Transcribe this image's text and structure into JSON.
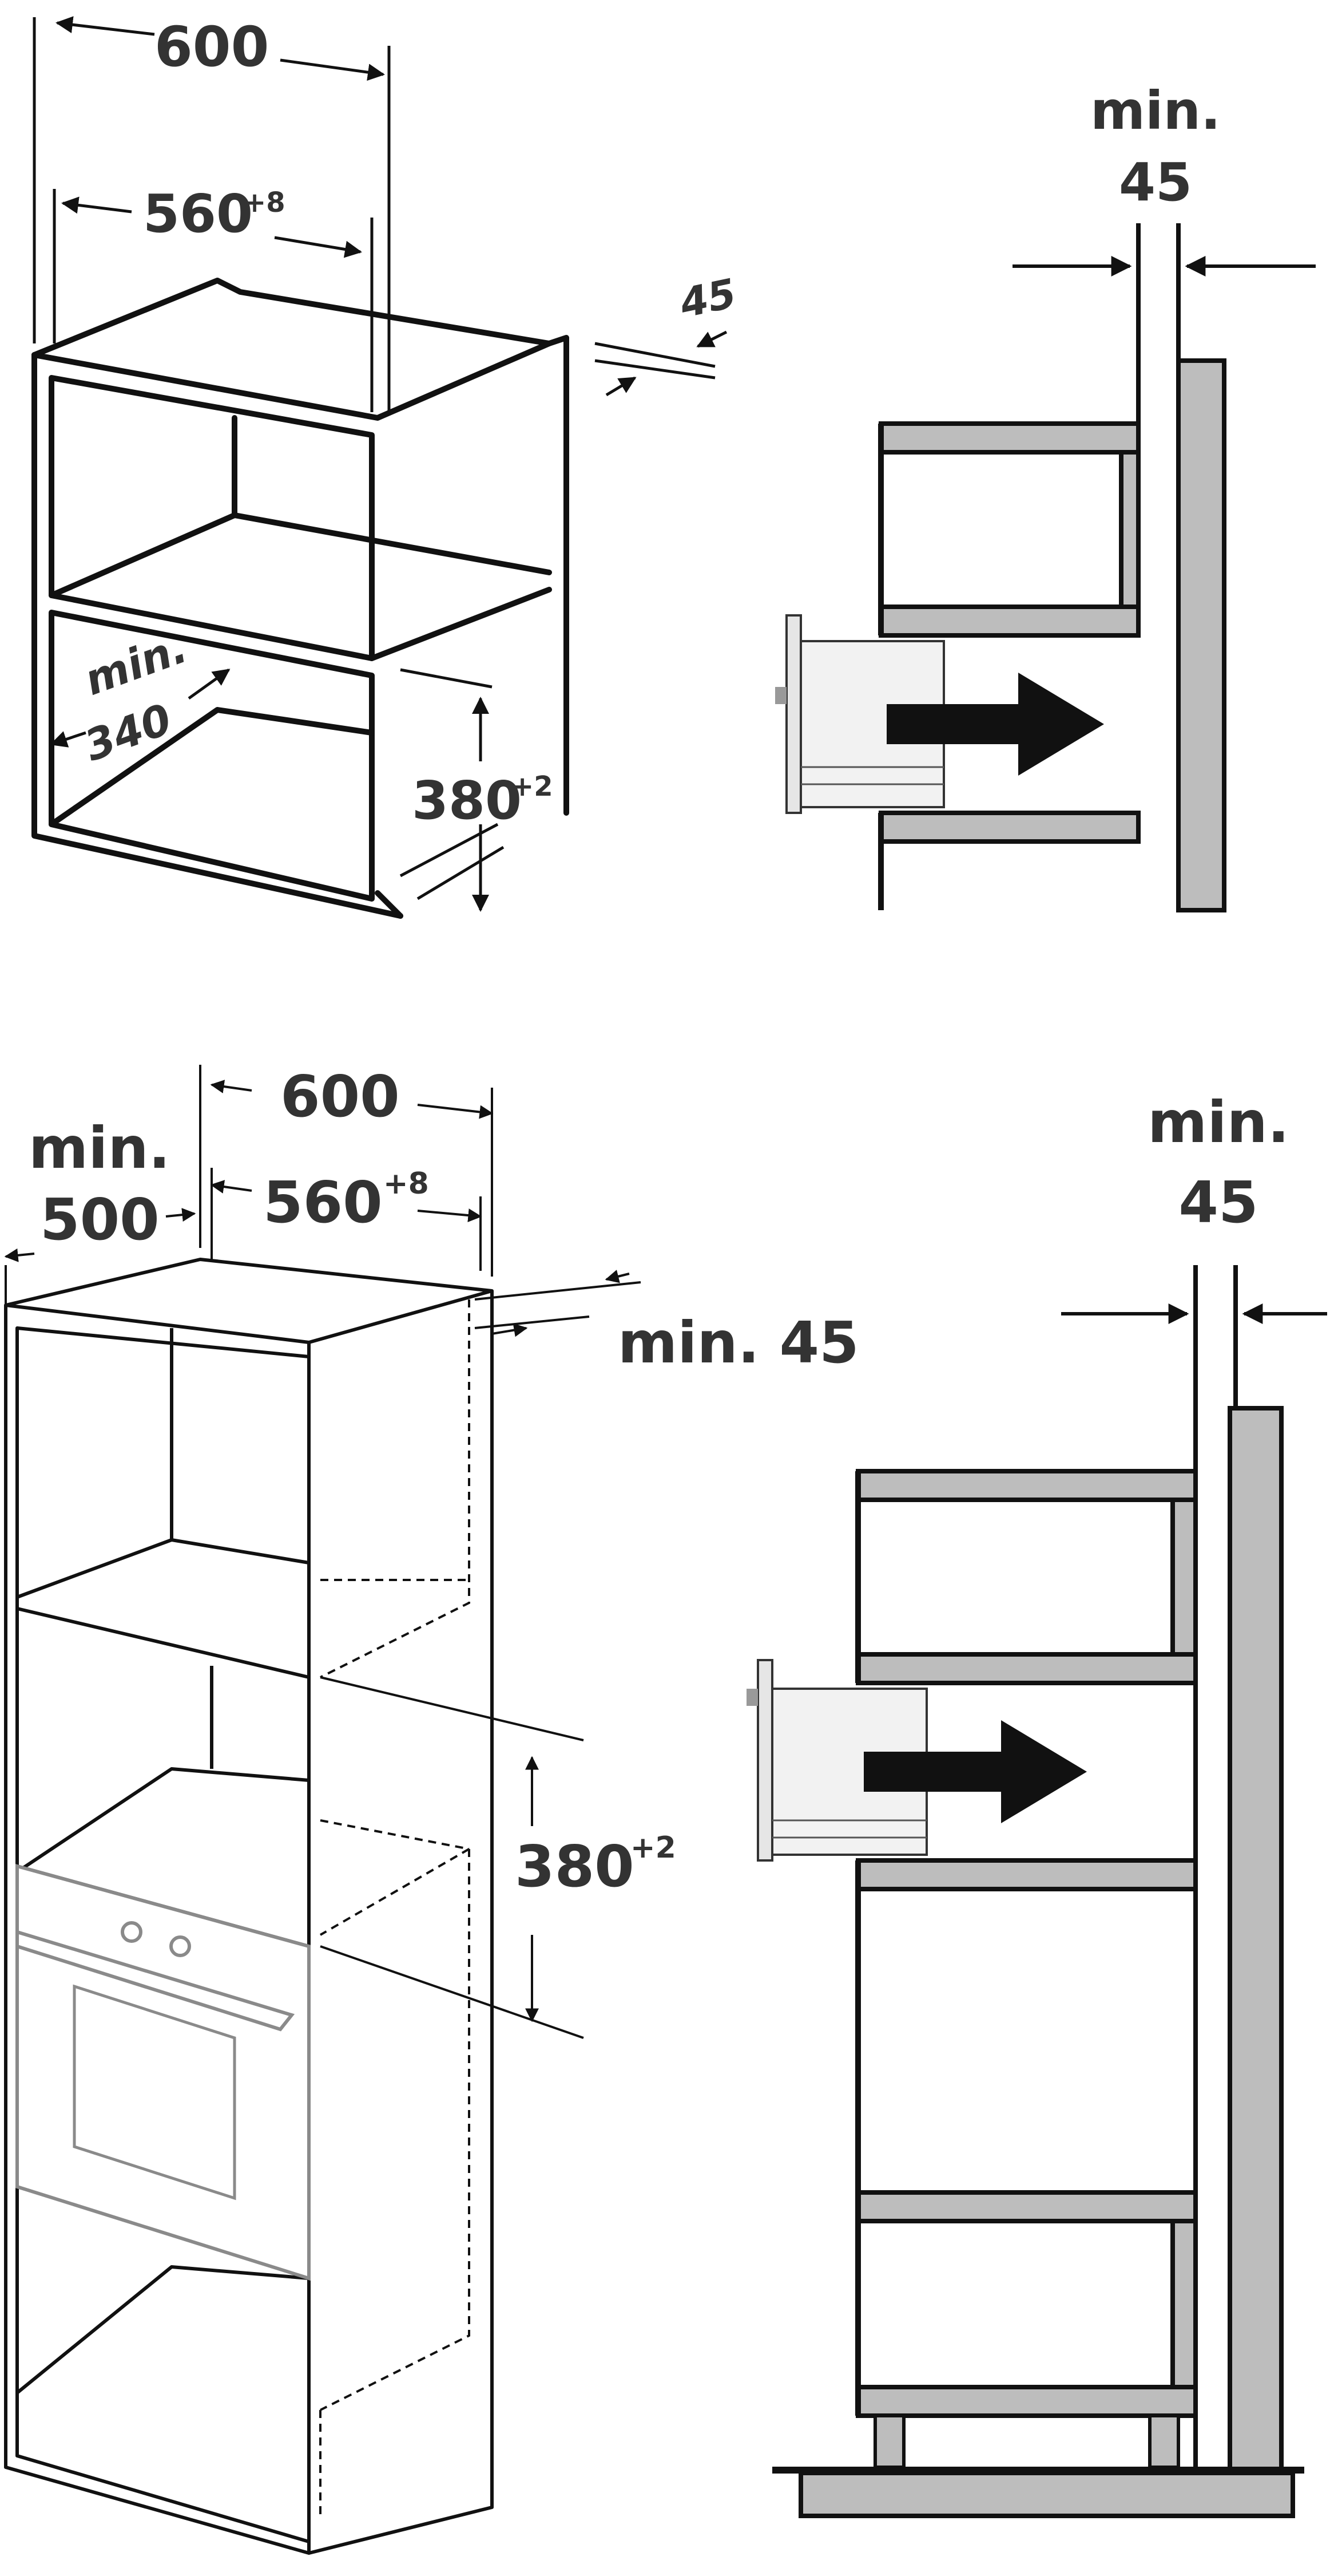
{
  "top_left": {
    "width_outer": "600",
    "width_inner": "560",
    "width_inner_tol": "+8",
    "depth_gap": "45",
    "depth_min_word": "min.",
    "depth_min_value": "340",
    "height": "380",
    "height_tol": "+2"
  },
  "top_right": {
    "gap_word": "min.",
    "gap_value": "45"
  },
  "bottom_left": {
    "depth_word": "min.",
    "depth_value": "500",
    "width_outer": "600",
    "width_inner": "560",
    "width_inner_tol": "+8",
    "vent_gap": "min. 45",
    "height": "380",
    "height_tol": "+2"
  },
  "bottom_right": {
    "gap_word": "min.",
    "gap_value": "45"
  },
  "colors": {
    "line": "#111111",
    "text": "#333333",
    "panel_gray": "#bdbdbd",
    "appliance_fill": "#f2f2f2",
    "oven_gray": "#8a8a8a"
  }
}
